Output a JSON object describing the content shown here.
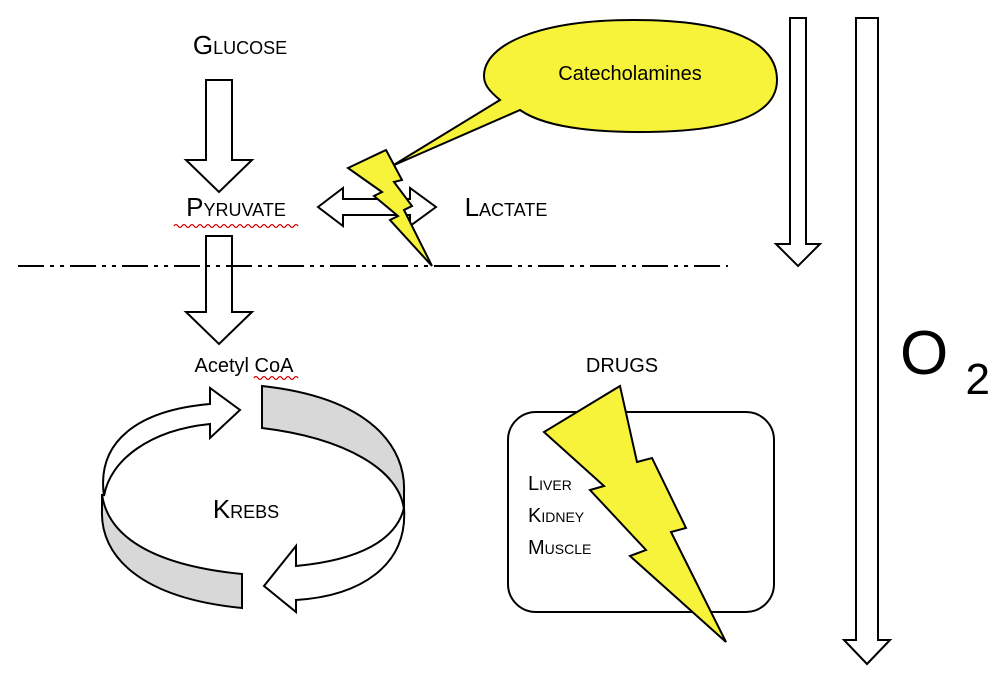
{
  "nodes": {
    "glucose": "Glucose",
    "pyruvate": "Pyruvate",
    "lactate": "Lactate",
    "acetyl_coa": "Acetyl CoA",
    "krebs": "Krebs",
    "catecholamines": "Catecholamines",
    "drugs": "DRUGS",
    "organs": [
      "Liver",
      "Kidney",
      "Muscle"
    ],
    "oxygen": "O",
    "oxygen_subscript": "2"
  },
  "colors": {
    "lightning": "#f7f33a",
    "bubble": "#f7f33a",
    "krebs_band": "#d8d8d8",
    "stroke": "#000000",
    "spellcheck_underline": "#cc0000"
  },
  "icons": {
    "lightning": "lightning-bolt-icon",
    "cycle": "cycle-arrows-icon"
  }
}
